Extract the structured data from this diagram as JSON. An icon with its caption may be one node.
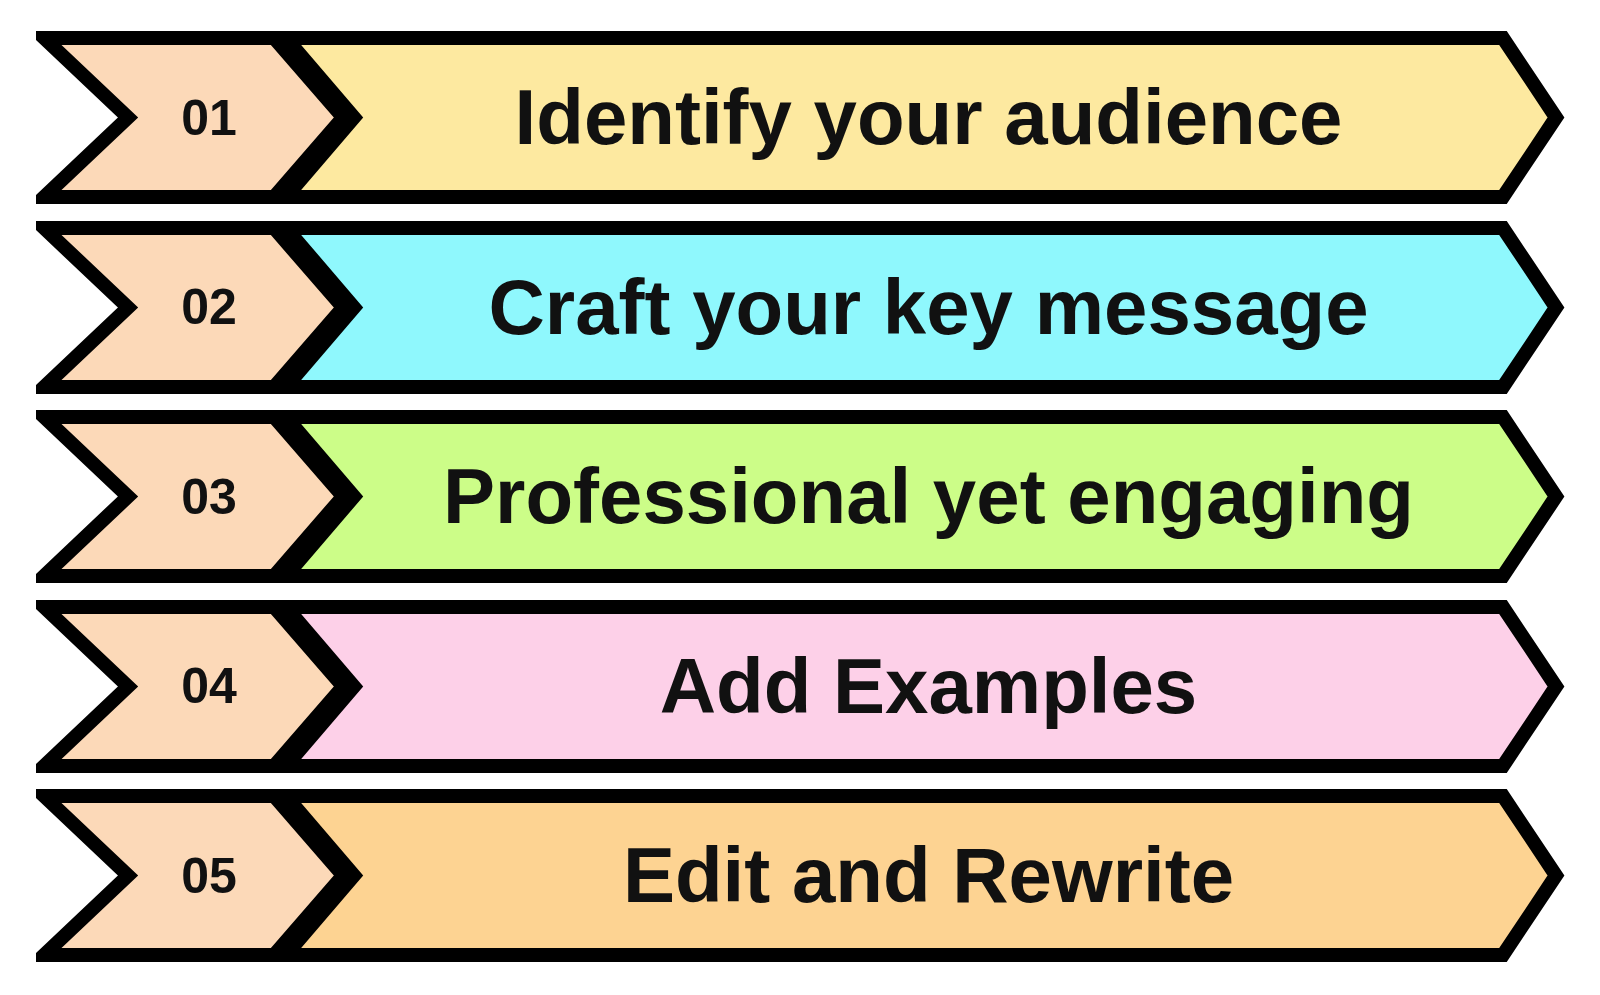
{
  "diagram": {
    "nodes": [
      {
        "text": [
          "01"
        ]
      },
      {
        "text": [
          "Identify your audience"
        ]
      },
      {
        "text": [
          "02"
        ]
      },
      {
        "text": [
          "Craft your key message"
        ]
      },
      {
        "text": [
          "03"
        ]
      },
      {
        "text": [
          "Professional yet engaging"
        ]
      },
      {
        "text": [
          "04"
        ]
      },
      {
        "text": [
          "Add Examples"
        ]
      },
      {
        "text": [
          "05"
        ]
      },
      {
        "text": [
          "Edit and Rewrite"
        ]
      }
    ]
  }
}
